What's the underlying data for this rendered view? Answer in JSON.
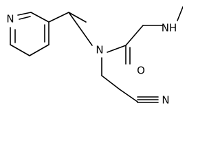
{
  "labels": {
    "pyridine_n": "N",
    "amide_n": "N",
    "amide_o": "O",
    "amine_nh": "NH",
    "nitrile_n": "N"
  }
}
